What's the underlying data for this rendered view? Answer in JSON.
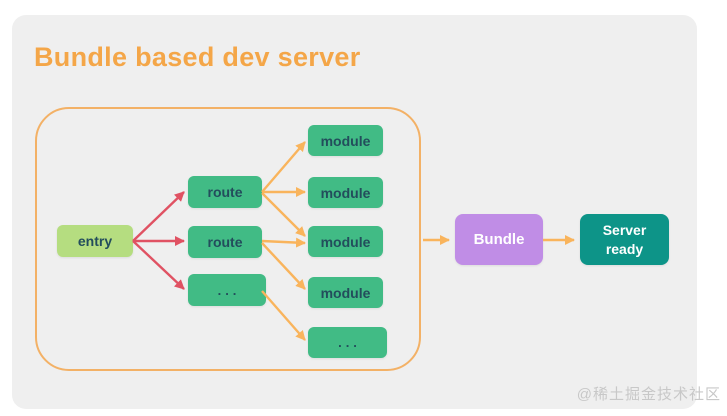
{
  "title": "Bundle based dev server",
  "watermark": "@稀土掘金技术社区",
  "colors": {
    "page-bg": "#ffffff",
    "card-bg": "#efefef",
    "title": "#f4a648",
    "container-border": "#f3b166",
    "entry-bg": "#b5dd80",
    "node-bg": "#41bb85",
    "node-text": "#234d5c",
    "bundle-bg": "#c08de6",
    "server-bg": "#0d9488",
    "box-text-light": "#ffffff",
    "arrow-red": "#e05263",
    "arrow-orange": "#f9b45c",
    "watermark": "#c8c8c8"
  },
  "diagram": {
    "nodes": {
      "entry": {
        "label": "entry"
      },
      "route1": {
        "label": "route"
      },
      "route2": {
        "label": "route"
      },
      "route3": {
        "label": "..."
      },
      "module1": {
        "label": "module"
      },
      "module2": {
        "label": "module"
      },
      "module3": {
        "label": "module"
      },
      "module4": {
        "label": "module"
      },
      "module5": {
        "label": "..."
      },
      "bundle": {
        "label": "Bundle"
      },
      "server": {
        "label": "Server ready"
      }
    },
    "edges": [
      {
        "from": "entry",
        "to": "route1",
        "color": "arrow-red"
      },
      {
        "from": "entry",
        "to": "route2",
        "color": "arrow-red"
      },
      {
        "from": "entry",
        "to": "route3",
        "color": "arrow-red"
      },
      {
        "from": "route1",
        "to": "module1",
        "color": "arrow-orange"
      },
      {
        "from": "route1",
        "to": "module2",
        "color": "arrow-orange"
      },
      {
        "from": "route1",
        "to": "module3",
        "color": "arrow-orange"
      },
      {
        "from": "route2",
        "to": "module3",
        "color": "arrow-orange"
      },
      {
        "from": "route2",
        "to": "module4",
        "color": "arrow-orange"
      },
      {
        "from": "route3",
        "to": "module5",
        "color": "arrow-orange"
      },
      {
        "from": "container",
        "to": "bundle",
        "color": "arrow-orange"
      },
      {
        "from": "bundle",
        "to": "server",
        "color": "arrow-orange"
      }
    ]
  }
}
